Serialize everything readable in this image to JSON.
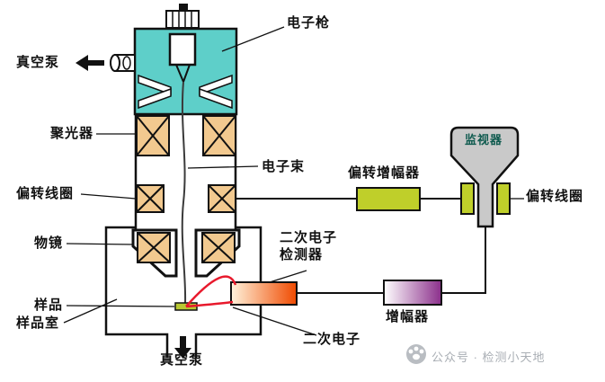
{
  "labels": {
    "electron_gun": "电子枪",
    "vacuum_pump_top": "真空泵",
    "condenser_lens": "聚光器",
    "electron_beam": "电子束",
    "deflection_coil_left": "偏转线圈",
    "objective_lens": "物镜",
    "specimen": "样品",
    "specimen_chamber": "样品室",
    "vacuum_pump_bottom": "真空泵",
    "se_detector_line1": "二次电子",
    "se_detector_line2": "检测器",
    "secondary_electrons": "二次电子",
    "deflection_amplifier": "偏转增幅器",
    "monitor": "监视器",
    "deflection_coil_right": "偏转线圈",
    "amplifier": "增幅器"
  },
  "watermark": {
    "text": "公众号 · 检测小天地"
  },
  "colors": {
    "gun_housing": "#5ECFC9",
    "lens_coil_fill": "#F2C98F",
    "signal_green": "#BFCF2A",
    "monitor_gray": "#C9C9C9",
    "specimen_green": "#B9C832",
    "electron_red": "#E8192C",
    "detector_cold": "#FFF3DC",
    "detector_hot": "#F04A00",
    "amplifier_cold": "#FFFFFF",
    "amplifier_hot": "#8B2F8B",
    "outline": "#111111"
  }
}
